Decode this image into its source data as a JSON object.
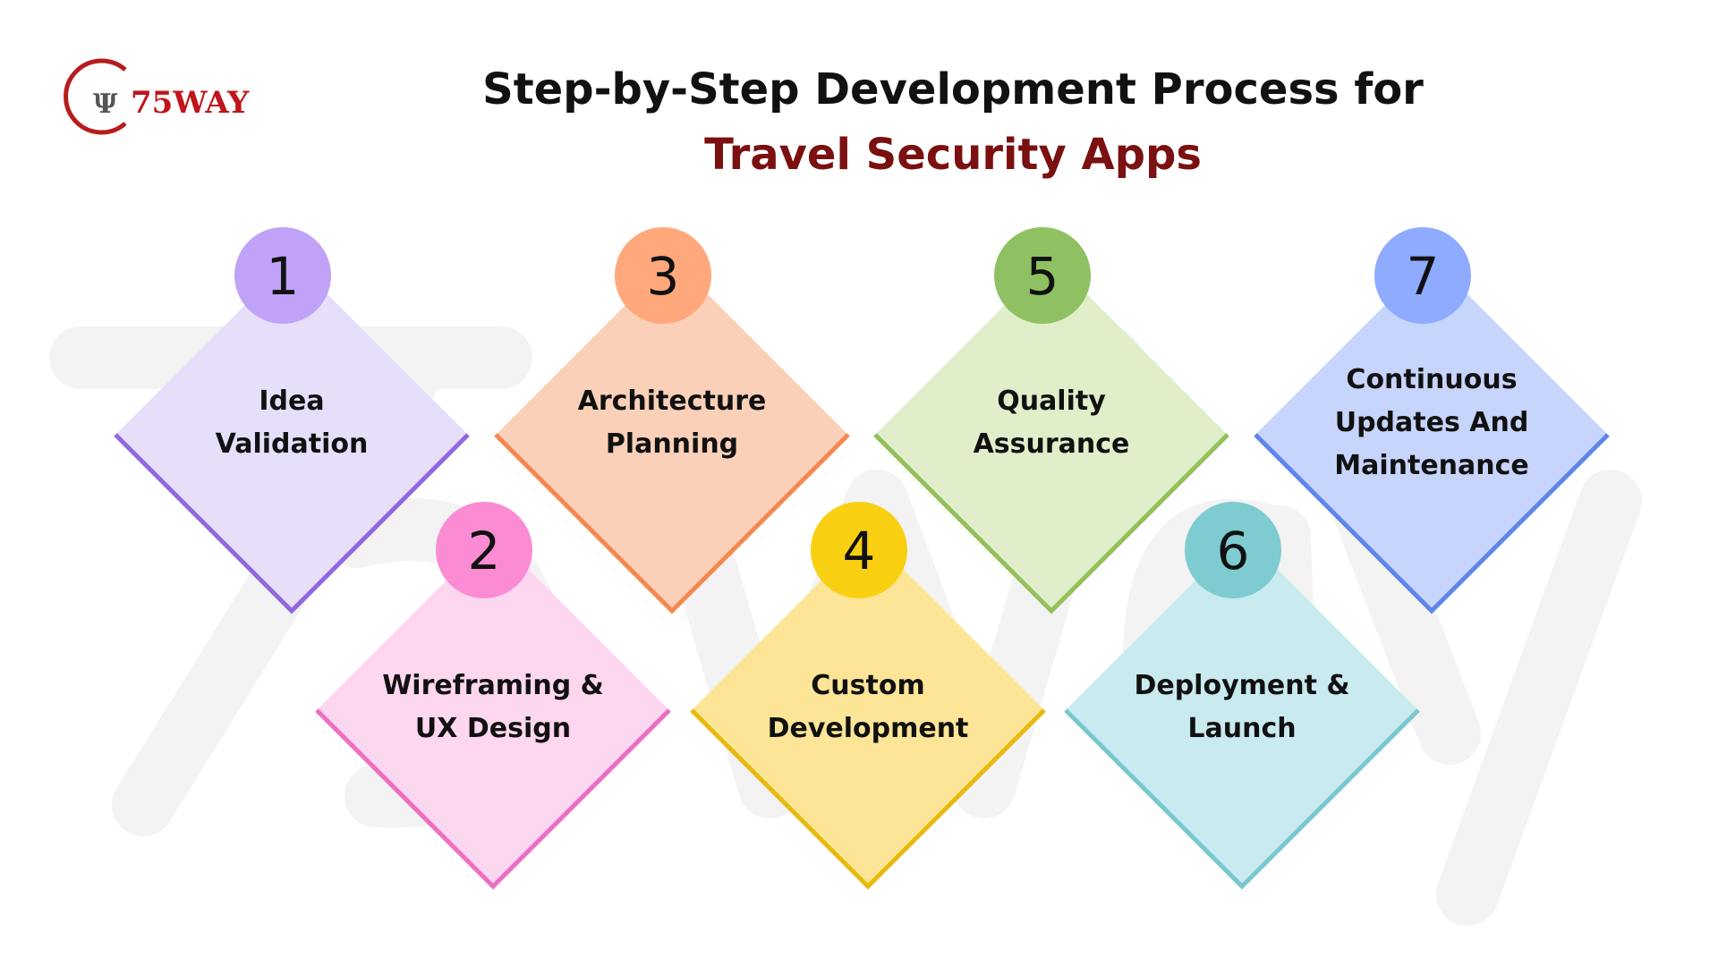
{
  "logo": {
    "text": "75WAY"
  },
  "title": {
    "line1": "Step-by-Step Development Process for",
    "line2": "Travel Security Apps",
    "line2_color": "#7a1010"
  },
  "watermark": "75Way",
  "steps": [
    {
      "number": "1",
      "lines": [
        "Idea",
        "Validation"
      ],
      "circle": "#c0a2f8",
      "fill": "#e7defa",
      "border": "#9068de"
    },
    {
      "number": "2",
      "lines": [
        "Wireframing &",
        "UX Design"
      ],
      "circle": "#fb8bd3",
      "fill": "#fdd7ef",
      "border": "#ec6ec4"
    },
    {
      "number": "3",
      "lines": [
        "Architecture",
        "Planning"
      ],
      "circle": "#ffa87b",
      "fill": "#fad0b9",
      "border": "#f4884e"
    },
    {
      "number": "4",
      "lines": [
        "Custom",
        "Development"
      ],
      "circle": "#f9cf12",
      "fill": "#fde598",
      "border": "#e6bb0e"
    },
    {
      "number": "5",
      "lines": [
        "Quality",
        "Assurance"
      ],
      "circle": "#8fc163",
      "fill": "#e0eeca",
      "border": "#92c05a"
    },
    {
      "number": "6",
      "lines": [
        "Deployment &",
        "Launch"
      ],
      "circle": "#7ecbd1",
      "fill": "#c9eaee",
      "border": "#79c8d0"
    },
    {
      "number": "7",
      "lines": [
        "Continuous",
        "Updates And",
        "Maintenance"
      ],
      "circle": "#8eabff",
      "fill": "#c7d4fc",
      "border": "#5e86e9"
    }
  ]
}
